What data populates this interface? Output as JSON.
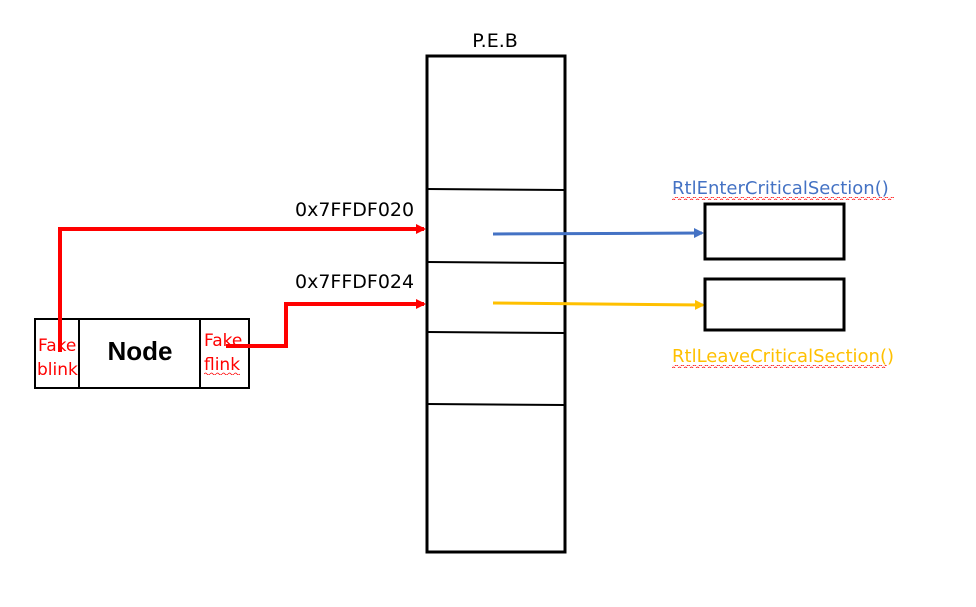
{
  "peb": {
    "title": "P.E.B"
  },
  "node": {
    "left_label_line1": "Fake",
    "left_label_line2": "blink",
    "title": "Node",
    "right_label_line1": "Fake",
    "right_label_line2": "flink"
  },
  "addresses": {
    "first": "0x7FFDF020",
    "second": "0x7FFDF024"
  },
  "functions": {
    "enter": "RtlEnterCriticalSection()",
    "leave": "RtlLeaveCriticalSection()"
  },
  "colors": {
    "red_pointer": "#ff0000",
    "enter_arrow": "#4472c4",
    "leave_arrow": "#ffc000",
    "outline": "#000000"
  }
}
